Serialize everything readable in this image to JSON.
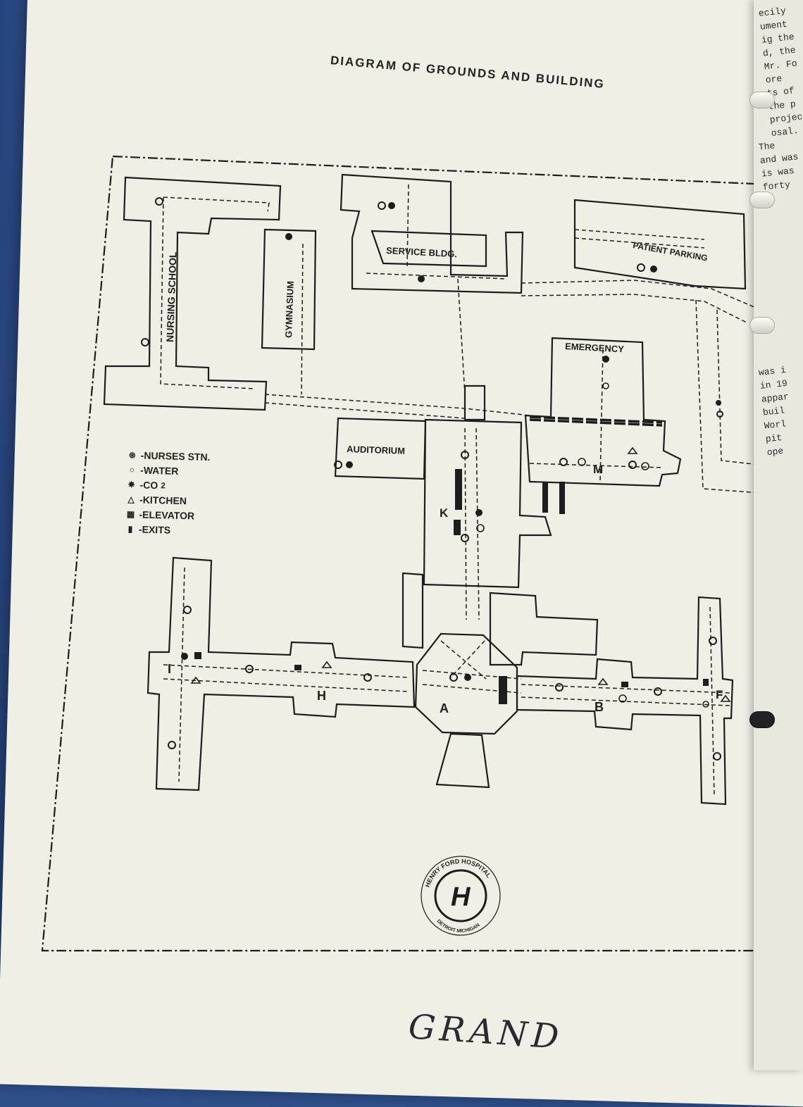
{
  "title": "DIAGRAM OF GROUNDS AND BUILDING",
  "buildings": {
    "nursing_school": "NURSING SCHOOL",
    "gymnasium": "GYMNASIUM",
    "service_bldg": "SERVICE BLDG.",
    "patient_parking": "PATIENT PARKING",
    "emergency": "EMERGENCY",
    "auditorium": "AUDITORIUM"
  },
  "wings": {
    "k": "K",
    "m": "M",
    "i": "I",
    "h": "H",
    "a": "A",
    "b": "B",
    "f": "F"
  },
  "legend": [
    {
      "symbol": "⊛",
      "label": "-NURSES STN.",
      "icon": "nurses-station-icon"
    },
    {
      "symbol": "○",
      "label": "-WATER",
      "icon": "water-icon"
    },
    {
      "symbol": "✸",
      "label": "-CO",
      "sub": "2",
      "icon": "co2-icon"
    },
    {
      "symbol": "△",
      "label": "-KITCHEN",
      "icon": "kitchen-icon"
    },
    {
      "symbol": "▦",
      "label": "-ELEVATOR",
      "icon": "elevator-icon"
    },
    {
      "symbol": "▮",
      "label": "-EXITS",
      "icon": "exit-icon"
    }
  ],
  "logo": {
    "ring_top": "HENRY FORD HOSPITAL",
    "ring_bottom": "DETROIT MICHIGAN",
    "monogram": "H"
  },
  "handwritten_note": "GRAND",
  "right_page_fragments": {
    "a": "ecily\nument\nig the\nd, the\nMr. Fo\nore\nts of\nthe p\nproject\nosal.",
    "b": "The\nand was\nis was\nforty",
    "c": "was i\nin 19\nappar\nbuil\nWorl\npit\nope"
  },
  "colors": {
    "paper": "#efefe6",
    "ink": "#1d1d1d",
    "binder": "#2f4f8a"
  }
}
